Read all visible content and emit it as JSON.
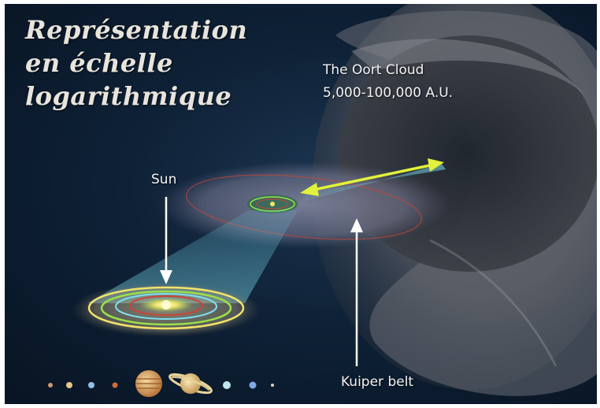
{
  "title": {
    "line1": "Représentation",
    "line2": "en échelle",
    "line3": "logarithmique"
  },
  "labels": {
    "oort_cloud": "The Oort Cloud",
    "oort_range": "5,000-100,000 A.U.",
    "sun": "Sun",
    "kuiper_belt": "Kuiper belt"
  },
  "colors": {
    "background": "#0e2136",
    "arrow_yellow": "#e2f23a",
    "arrow_white": "#ffffff",
    "orbit_green": "#9be04a",
    "orbit_yellow": "#f2e36a",
    "orbit_red": "#c8463a"
  },
  "planets": [
    "mercury",
    "venus",
    "earth",
    "mars",
    "jupiter",
    "saturn",
    "uranus",
    "neptune",
    "pluto"
  ]
}
